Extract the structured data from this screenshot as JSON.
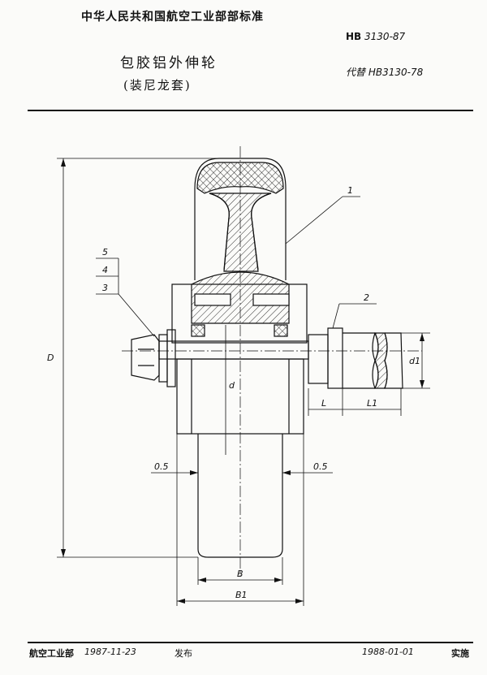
{
  "header": {
    "organization": "中华人民共和国航空工业部部标准",
    "standard_prefix": "HB",
    "standard_number": "3130-87",
    "title": "包胶铝外伸轮",
    "subtitle": "(装尼龙套)",
    "replaces": "代替 HB3130-78"
  },
  "drawing": {
    "part_labels": [
      "1",
      "2",
      "3",
      "4",
      "5"
    ],
    "dimension_labels": {
      "overall_diameter": "D",
      "hub_diameter": "d",
      "axle_diameter": "d1",
      "axle_length": "L",
      "axle_end_length": "L1",
      "tread_width": "B",
      "overall_width": "B1",
      "clearance_left": "0.5",
      "clearance_right": "0.5"
    }
  },
  "footer": {
    "issuer": "航空工业部",
    "issue_date": "1987-11-23",
    "issue_label": "发布",
    "effective_date": "1988-01-01",
    "effective_label": "实施"
  }
}
